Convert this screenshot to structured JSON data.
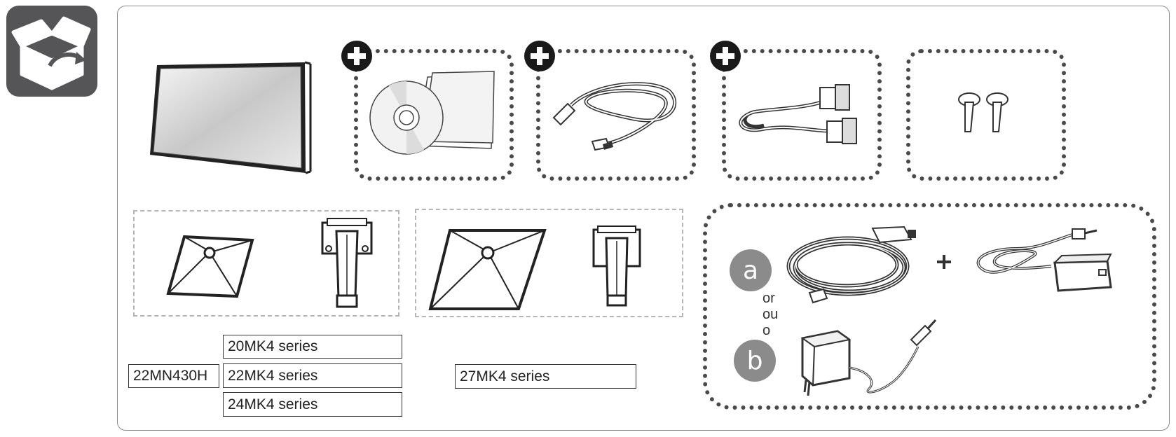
{
  "labels": {
    "model_22mn430h": "22MN430H",
    "series_20mk4": "20MK4 series",
    "series_22mk4": "22MK4 series",
    "series_24mk4": "24MK4 series",
    "series_27mk4": "27MK4 series"
  },
  "power_options": {
    "option_a": "a",
    "option_b": "b",
    "or_en": "or",
    "or_pt": "ou",
    "or_es": "o"
  },
  "icons": [
    "open-box-icon",
    "plus-circle-icon",
    "monitor-icon",
    "cd-manual-icon",
    "hdmi-cable-icon",
    "dsub-cable-icon",
    "screws-icon",
    "stand-base-icon",
    "stand-body-icon",
    "power-cord-icon",
    "ac-dc-adapter-icon",
    "plug-adapter-icon"
  ],
  "colors": {
    "badge_bg": "#555558",
    "circle_grey": "#8b8b8b",
    "dotted_border": "#4a4a4a",
    "dashed_border": "#b5b5b5"
  }
}
